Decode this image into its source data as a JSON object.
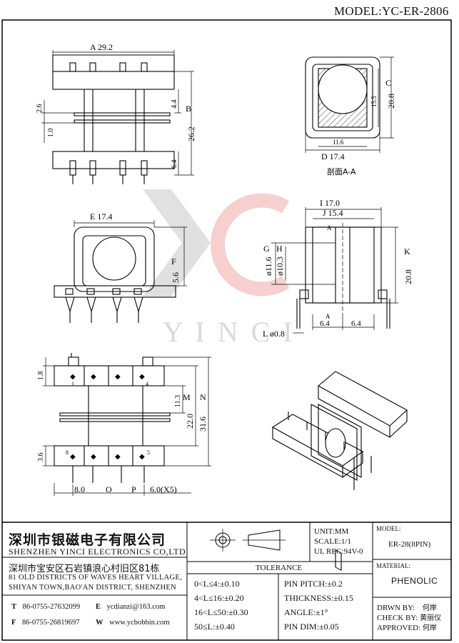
{
  "header": {
    "model": "MODEL:YC-ER-2806"
  },
  "watermark": {
    "text": "Y I N C I"
  },
  "drawing": {
    "dims": {
      "A": "A 29.2",
      "B": "B",
      "b_val": "26.2",
      "d_44": "4.4",
      "d_64": "6.4",
      "d_26": "2.6",
      "d_10": "1.0",
      "C": "C",
      "c_val": "20.8",
      "d_155": "15.5",
      "d_116": "11.6",
      "D": "D 17.4",
      "section": "剖面A-A",
      "E": "E 17.4",
      "F": "F",
      "f_val": "5.6",
      "I": "I 17.0",
      "J": "J 15.4",
      "G": "G",
      "g_val": "ø11.6",
      "H": "H",
      "h_val": "ø10.3",
      "K": "K",
      "k_val": "20.8",
      "a_top": "A",
      "a_bot": "A",
      "d_64a": "6.4",
      "d_64b": "6.4",
      "L": "L ø0.8",
      "d_18": "1.8",
      "d_113": "11.3",
      "M": "M",
      "m_val": "22.0",
      "N": "N",
      "n_val": "31.6",
      "d_36": "3.6",
      "pin1": "1",
      "pin4": "4",
      "pin8": "8",
      "pin5": "5",
      "d_80": "8.0",
      "O": "O",
      "P": "P",
      "d_60": "6.0(X5)"
    }
  },
  "title_block": {
    "company_cn": "深圳市银磁电子有限公司",
    "company_en": "SHENZHEN YINCI ELECTRONICS CO,LTD.",
    "address_cn": "深圳市宝安区石岩镇浪心村旧区81栋",
    "address_en_1": "81 OLD DISTRICTS OF WAVES HEART VILLAGE,",
    "address_en_2": "SHIYAN TOWN,BAO'AN DISTRICT, SHENZHEN",
    "tel_label": "T",
    "tel": "86-0755-27632099",
    "email_label": "E",
    "email": "ycdianzi@163.com",
    "fax_label": "F",
    "fax": "86-0755-26819697",
    "web_label": "W",
    "web": "www.ycbobbin.com",
    "unit": "UNIT:MM",
    "scale": "SCALE:1/1",
    "ul": "UL REC:94V-0",
    "tolerance_title": "TOLERANCE",
    "tol_1": "0<L≤4:±0.10",
    "tol_2": "4<L≤16:±0.20",
    "tol_3": "16<L≤50:±0.30",
    "tol_4": "50≤L:±0.40",
    "pin_pitch": "PIN PITCH:±0.2",
    "thickness": "THICKNESS:±0.15",
    "angle": "ANGLE:±1°",
    "pin_dim": "PIN DIM:±0.05",
    "model_label": "MODEL:",
    "model_value": "ER-28(8PIN)",
    "material_label": "MATERIAL:",
    "material_value": "PHENOLIC",
    "drawn_by": "DRWN BY:",
    "drawn_name": "何岸",
    "check_by": "CHECK BY:",
    "check_name": "黄丽仪",
    "approved": "APPROVED:",
    "approved_name": "何岸"
  }
}
